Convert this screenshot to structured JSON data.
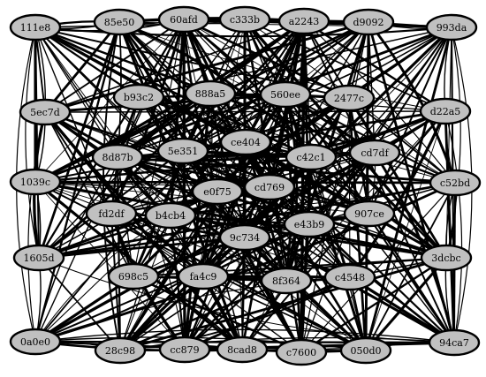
{
  "colors": {
    "node_fill": "#c0c0c0",
    "node_stroke": "#000000",
    "edge": "#000000",
    "background": "#ffffff"
  },
  "nodes": [
    {
      "id": "111e8"
    },
    {
      "id": "85e50"
    },
    {
      "id": "60afd"
    },
    {
      "id": "c333b"
    },
    {
      "id": "a2243"
    },
    {
      "id": "d9092"
    },
    {
      "id": "993da"
    },
    {
      "id": "b93c2"
    },
    {
      "id": "888a5"
    },
    {
      "id": "560ee"
    },
    {
      "id": "2477c"
    },
    {
      "id": "5ec7d"
    },
    {
      "id": "d22a5"
    },
    {
      "id": "8d87b"
    },
    {
      "id": "5e351"
    },
    {
      "id": "ce404"
    },
    {
      "id": "c42c1"
    },
    {
      "id": "cd7df"
    },
    {
      "id": "1039c"
    },
    {
      "id": "c52bd"
    },
    {
      "id": "e0f75"
    },
    {
      "id": "cd769"
    },
    {
      "id": "fd2df"
    },
    {
      "id": "b4cb4"
    },
    {
      "id": "907ce"
    },
    {
      "id": "e43b9"
    },
    {
      "id": "9c734"
    },
    {
      "id": "1605d"
    },
    {
      "id": "3dcbc"
    },
    {
      "id": "698c5"
    },
    {
      "id": "fa4c9"
    },
    {
      "id": "8f364"
    },
    {
      "id": "c4548"
    },
    {
      "id": "0a0e0"
    },
    {
      "id": "94ca7"
    },
    {
      "id": "28c98"
    },
    {
      "id": "cc879"
    },
    {
      "id": "8cad8"
    },
    {
      "id": "c7600"
    },
    {
      "id": "050d0"
    }
  ]
}
